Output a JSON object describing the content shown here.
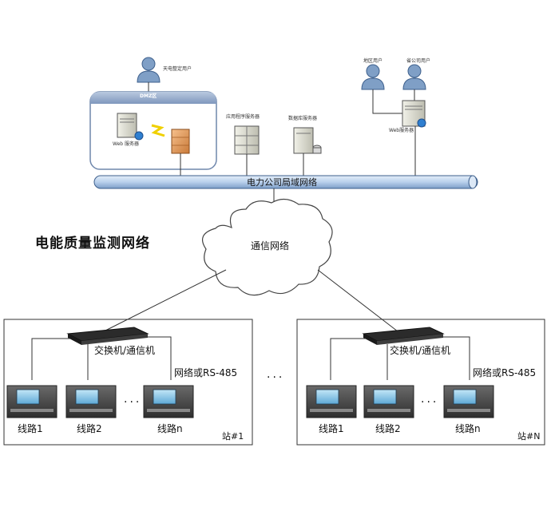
{
  "labels": {
    "user_top": "天电整定用户",
    "dmz": "DMZ区",
    "web_server_left": "Web 服务器",
    "app_server": "应用程序服务器",
    "db_server": "数据库服务器",
    "user_area": "地区用户",
    "user_company": "省公司用户",
    "web_server_right": "Web服务器",
    "lan_bus": "电力公司局域网络",
    "cloud": "通信网络",
    "diagram_title": "电能质量监测网络",
    "switch": "交换机/通信机",
    "network": "网络或RS-485",
    "ellipsis": "···",
    "between_stations": "···",
    "line1": "线路1",
    "line2": "线路2",
    "linen": "线路n",
    "station1": "站#1",
    "stationN": "站#N"
  },
  "colors": {
    "bus_fill": "#c6d9ef",
    "bus_stroke": "#3d5f8c",
    "user_icon": "#7f9fc6",
    "dmz_header": "#8fa6c7",
    "cloud_stroke": "#444444",
    "device_panel": "#4d4d4d",
    "device_screen": "#8dc7e8",
    "firewall": "#e39b5c"
  }
}
